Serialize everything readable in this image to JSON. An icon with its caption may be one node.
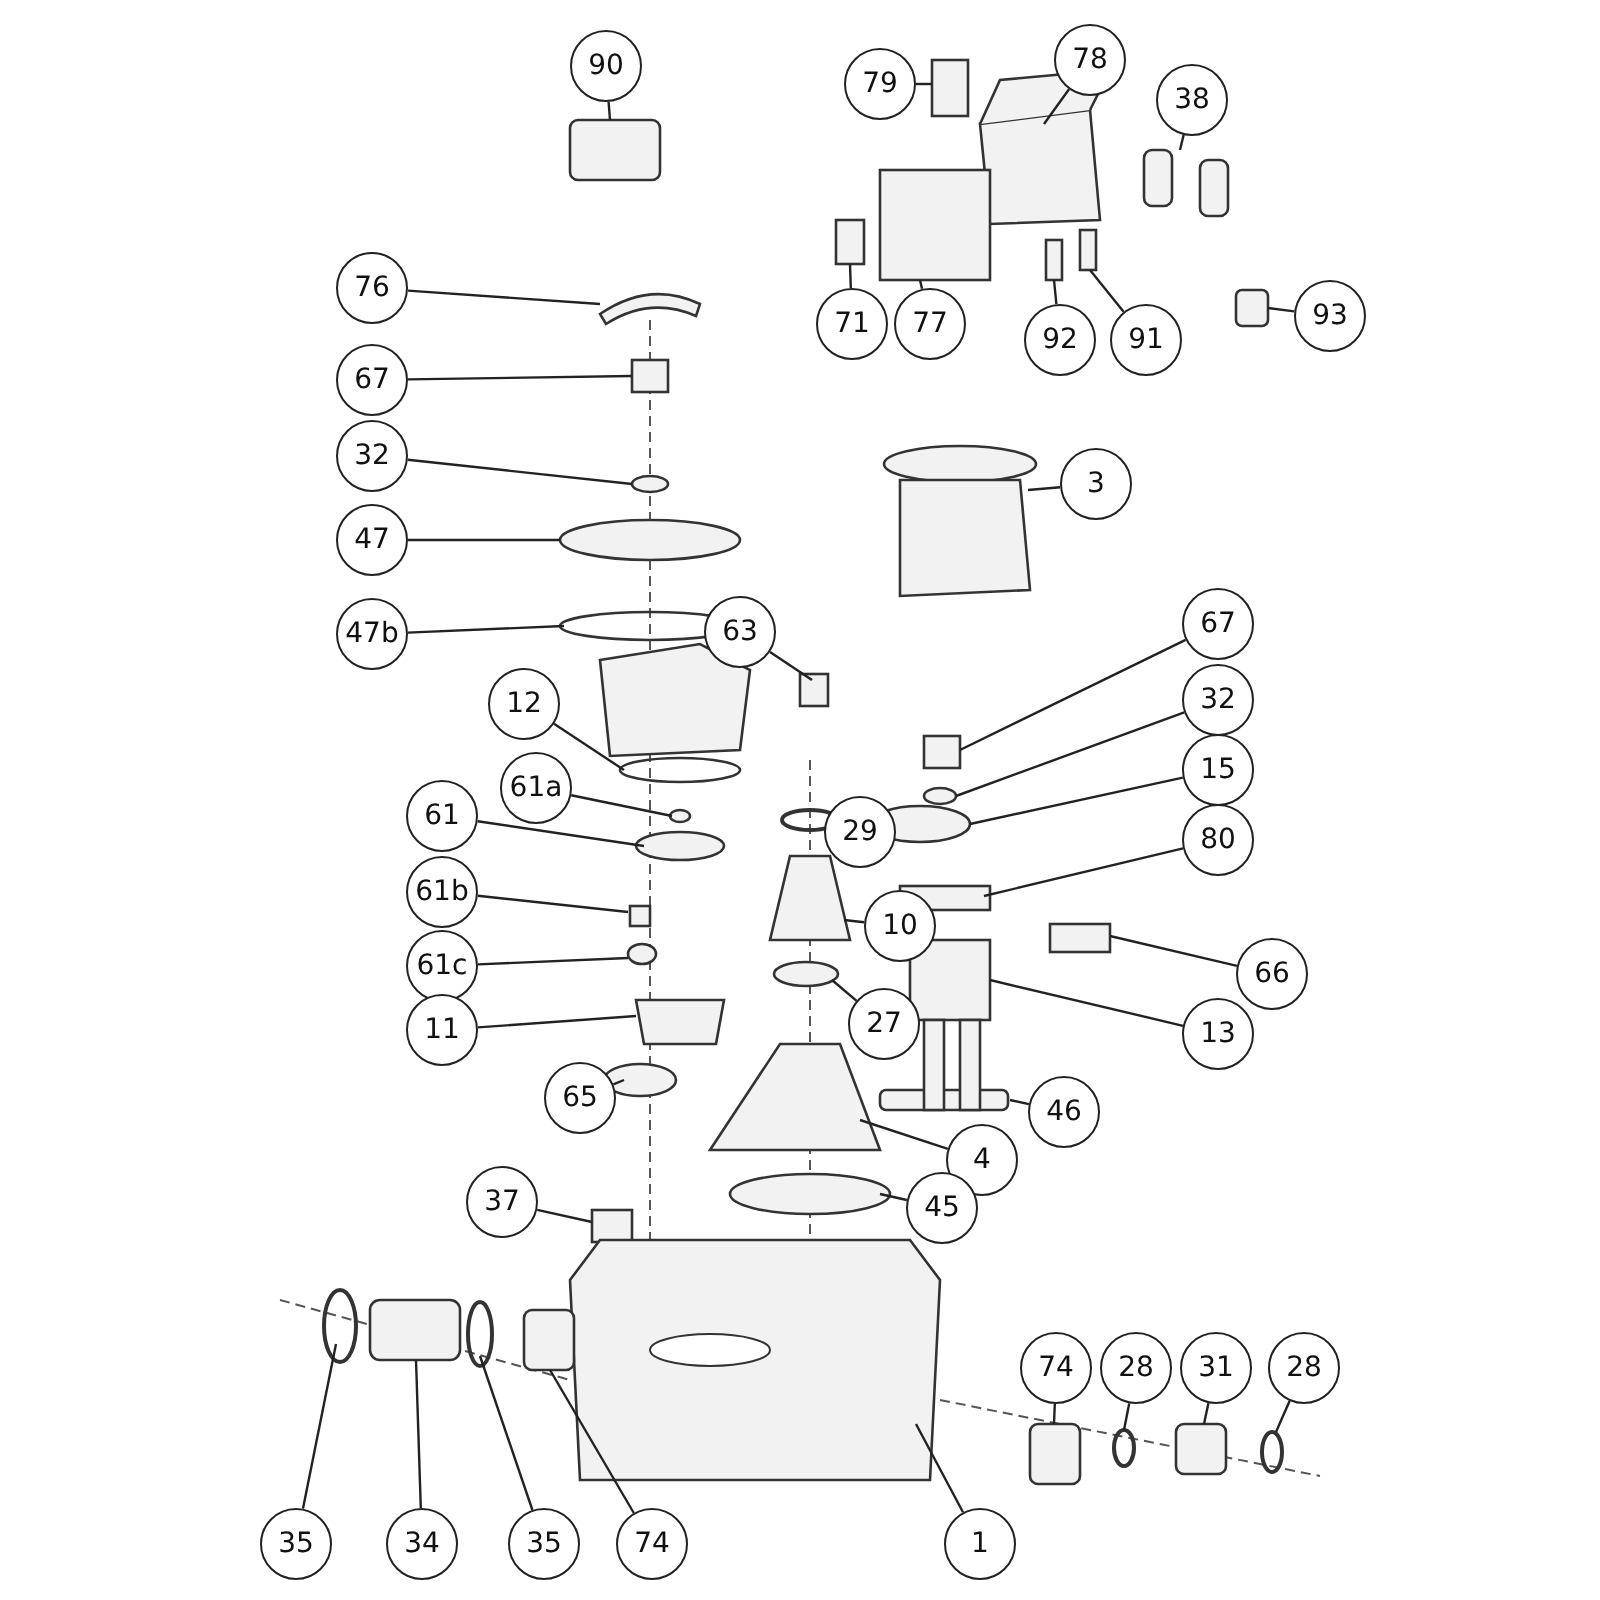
{
  "diagram": {
    "nodes": [
      {
        "text": [
          "90"
        ]
      },
      {
        "text": [
          "79"
        ]
      },
      {
        "text": [
          "78"
        ]
      },
      {
        "text": [
          "38"
        ]
      },
      {
        "text": [
          "71"
        ]
      },
      {
        "text": [
          "77"
        ]
      },
      {
        "text": [
          "92"
        ]
      },
      {
        "text": [
          "91"
        ]
      },
      {
        "text": [
          "93"
        ]
      },
      {
        "text": [
          "76"
        ]
      },
      {
        "text": [
          "67"
        ]
      },
      {
        "text": [
          "32"
        ]
      },
      {
        "text": [
          "3"
        ]
      },
      {
        "text": [
          "47"
        ]
      },
      {
        "text": [
          "47b"
        ]
      },
      {
        "text": [
          "63"
        ]
      },
      {
        "text": [
          "67"
        ]
      },
      {
        "text": [
          "32"
        ]
      },
      {
        "text": [
          "12"
        ]
      },
      {
        "text": [
          "15"
        ]
      },
      {
        "text": [
          "61a"
        ]
      },
      {
        "text": [
          "61"
        ]
      },
      {
        "text": [
          "29"
        ]
      },
      {
        "text": [
          "80"
        ]
      },
      {
        "text": [
          "61b"
        ]
      },
      {
        "text": [
          "10"
        ]
      },
      {
        "text": [
          "61c"
        ]
      },
      {
        "text": [
          "66"
        ]
      },
      {
        "text": [
          "27"
        ]
      },
      {
        "text": [
          "11"
        ]
      },
      {
        "text": [
          "13"
        ]
      },
      {
        "text": [
          "65"
        ]
      },
      {
        "text": [
          "46"
        ]
      },
      {
        "text": [
          "4"
        ]
      },
      {
        "text": [
          "37"
        ]
      },
      {
        "text": [
          "45"
        ]
      },
      {
        "text": [
          "74"
        ]
      },
      {
        "text": [
          "28"
        ]
      },
      {
        "text": [
          "31"
        ]
      },
      {
        "text": [
          "28"
        ]
      },
      {
        "text": [
          "35"
        ]
      },
      {
        "text": [
          "34"
        ]
      },
      {
        "text": [
          "35"
        ]
      },
      {
        "text": [
          "74"
        ]
      },
      {
        "text": [
          "1"
        ]
      }
    ],
    "edges": [
      {
        "from": 0,
        "to": null,
        "arrow": "none"
      },
      {
        "from": 1,
        "to": null,
        "arrow": "none"
      },
      {
        "from": 2,
        "to": null,
        "arrow": "none"
      },
      {
        "from": 3,
        "to": null,
        "arrow": "none"
      },
      {
        "from": 4,
        "to": null,
        "arrow": "none"
      },
      {
        "from": 5,
        "to": null,
        "arrow": "none"
      },
      {
        "from": 6,
        "to": null,
        "arrow": "none"
      },
      {
        "from": 7,
        "to": null,
        "arrow": "none"
      },
      {
        "from": 8,
        "to": null,
        "arrow": "none"
      },
      {
        "from": 9,
        "to": null,
        "arrow": "none"
      },
      {
        "from": 10,
        "to": null,
        "arrow": "none"
      },
      {
        "from": 11,
        "to": null,
        "arrow": "none"
      },
      {
        "from": 12,
        "to": null,
        "arrow": "none"
      },
      {
        "from": 13,
        "to": null,
        "arrow": "none"
      },
      {
        "from": 14,
        "to": null,
        "arrow": "none"
      },
      {
        "from": 15,
        "to": null,
        "arrow": "none"
      },
      {
        "from": 16,
        "to": null,
        "arrow": "none"
      },
      {
        "from": 17,
        "to": null,
        "arrow": "none"
      },
      {
        "from": 18,
        "to": null,
        "arrow": "none"
      },
      {
        "from": 19,
        "to": null,
        "arrow": "none"
      },
      {
        "from": 20,
        "to": null,
        "arrow": "none"
      },
      {
        "from": 21,
        "to": null,
        "arrow": "none"
      },
      {
        "from": 22,
        "to": null,
        "arrow": "none"
      },
      {
        "from": 23,
        "to": null,
        "arrow": "none"
      },
      {
        "from": 24,
        "to": null,
        "arrow": "none"
      },
      {
        "from": 25,
        "to": null,
        "arrow": "none"
      },
      {
        "from": 26,
        "to": null,
        "arrow": "none"
      },
      {
        "from": 27,
        "to": null,
        "arrow": "none"
      },
      {
        "from": 28,
        "to": null,
        "arrow": "none"
      },
      {
        "from": 29,
        "to": null,
        "arrow": "none"
      },
      {
        "from": 30,
        "to": null,
        "arrow": "none"
      },
      {
        "from": 31,
        "to": null,
        "arrow": "none"
      },
      {
        "from": 32,
        "to": null,
        "arrow": "none"
      },
      {
        "from": 33,
        "to": null,
        "arrow": "none"
      },
      {
        "from": 34,
        "to": null,
        "arrow": "none"
      },
      {
        "from": 35,
        "to": null,
        "arrow": "none"
      },
      {
        "from": 36,
        "to": null,
        "arrow": "none"
      },
      {
        "from": 37,
        "to": null,
        "arrow": "none"
      },
      {
        "from": 38,
        "to": null,
        "arrow": "none"
      },
      {
        "from": 39,
        "to": null,
        "arrow": "none"
      },
      {
        "from": 40,
        "to": null,
        "arrow": "none"
      },
      {
        "from": 41,
        "to": null,
        "arrow": "none"
      },
      {
        "from": 42,
        "to": null,
        "arrow": "none"
      },
      {
        "from": 43,
        "to": null,
        "arrow": "none"
      },
      {
        "from": 44,
        "to": null,
        "arrow": "none"
      }
    ]
  }
}
